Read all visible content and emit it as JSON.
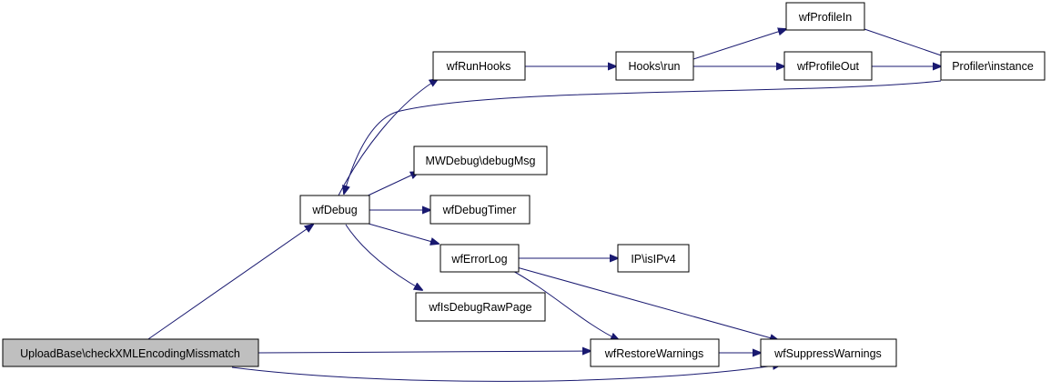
{
  "graph": {
    "edge_color": "#191970",
    "root_fill": "#bfbfbf",
    "nodes": {
      "root": "UploadBase\\checkXMLEncodingMissmatch",
      "wfDebug": "wfDebug",
      "wfRunHooks": "wfRunHooks",
      "hooksRun": "Hooks\\run",
      "wfProfileIn": "wfProfileIn",
      "wfProfileOut": "wfProfileOut",
      "profilerInstance": "Profiler\\instance",
      "debugMsg": "MWDebug\\debugMsg",
      "wfDebugTimer": "wfDebugTimer",
      "wfErrorLog": "wfErrorLog",
      "isIPv4": "IP\\isIPv4",
      "wfIsDebugRawPage": "wfIsDebugRawPage",
      "wfRestoreWarnings": "wfRestoreWarnings",
      "wfSuppressWarnings": "wfSuppressWarnings"
    }
  }
}
